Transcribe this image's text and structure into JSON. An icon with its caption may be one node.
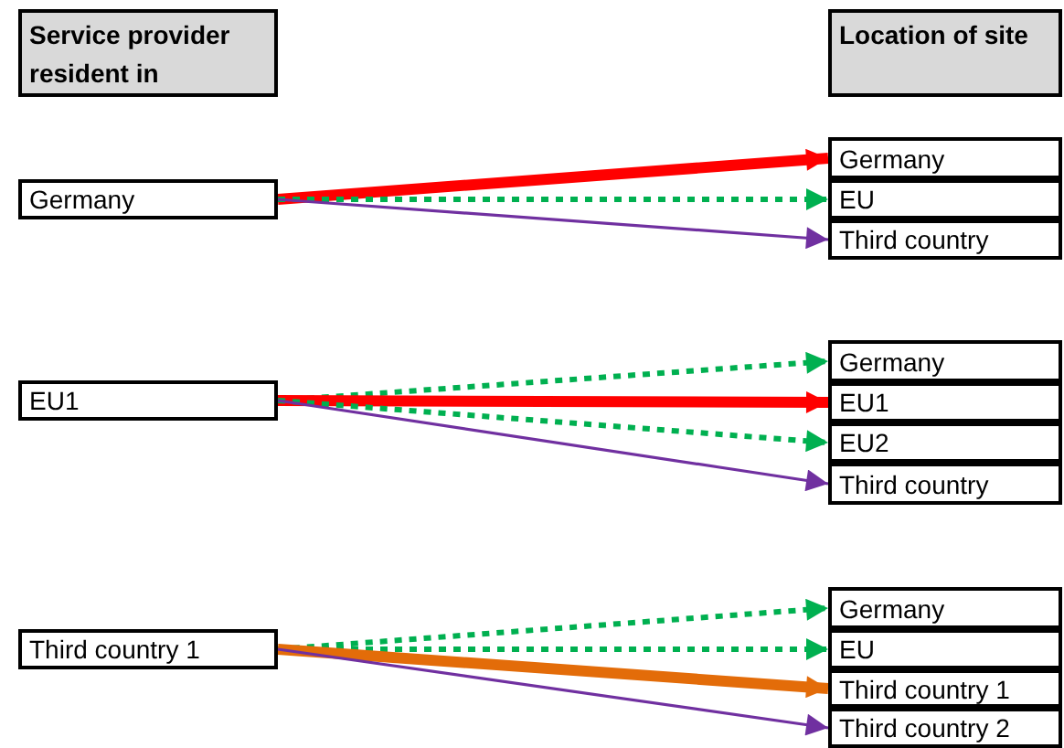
{
  "diagram": {
    "nodes": [
      {
        "text": [
          "Service provider resident in"
        ]
      },
      {
        "text": [
          "Location of site"
        ]
      },
      {
        "text": [
          "Germany"
        ]
      },
      {
        "text": [
          "Germany"
        ]
      },
      {
        "text": [
          "EU"
        ]
      },
      {
        "text": [
          "Third country"
        ]
      },
      {
        "text": [
          "EU1"
        ]
      },
      {
        "text": [
          "Germany"
        ]
      },
      {
        "text": [
          "EU1"
        ]
      },
      {
        "text": [
          "EU2"
        ]
      },
      {
        "text": [
          "Third country"
        ]
      },
      {
        "text": [
          "Third country 1"
        ]
      },
      {
        "text": [
          "Germany"
        ]
      },
      {
        "text": [
          "EU"
        ]
      },
      {
        "text": [
          "Third country 1"
        ]
      },
      {
        "text": [
          "Third country 2"
        ]
      }
    ],
    "edges": [
      {
        "from": 2,
        "to": 3,
        "arrow": "to",
        "style": "thick",
        "color": "#ff0000"
      },
      {
        "from": 2,
        "to": 4,
        "arrow": "to",
        "style": "dashed"
      },
      {
        "from": 2,
        "to": 5,
        "arrow": "to",
        "color": "#7030a0"
      },
      {
        "from": 6,
        "to": 7,
        "arrow": "to",
        "style": "dashed"
      },
      {
        "from": 6,
        "to": 8,
        "arrow": "to",
        "style": "thick",
        "color": "#ff0000"
      },
      {
        "from": 6,
        "to": 9,
        "arrow": "to",
        "style": "dashed"
      },
      {
        "from": 6,
        "to": 10,
        "arrow": "to",
        "color": "#7030a0"
      },
      {
        "from": 11,
        "to": 12,
        "arrow": "to",
        "style": "dashed"
      },
      {
        "from": 11,
        "to": 13,
        "arrow": "to",
        "style": "dashed"
      },
      {
        "from": 11,
        "to": 14,
        "arrow": "to",
        "style": "thick",
        "color": "#e36c09"
      },
      {
        "from": 11,
        "to": 15,
        "arrow": "to",
        "color": "#7030a0"
      }
    ]
  }
}
